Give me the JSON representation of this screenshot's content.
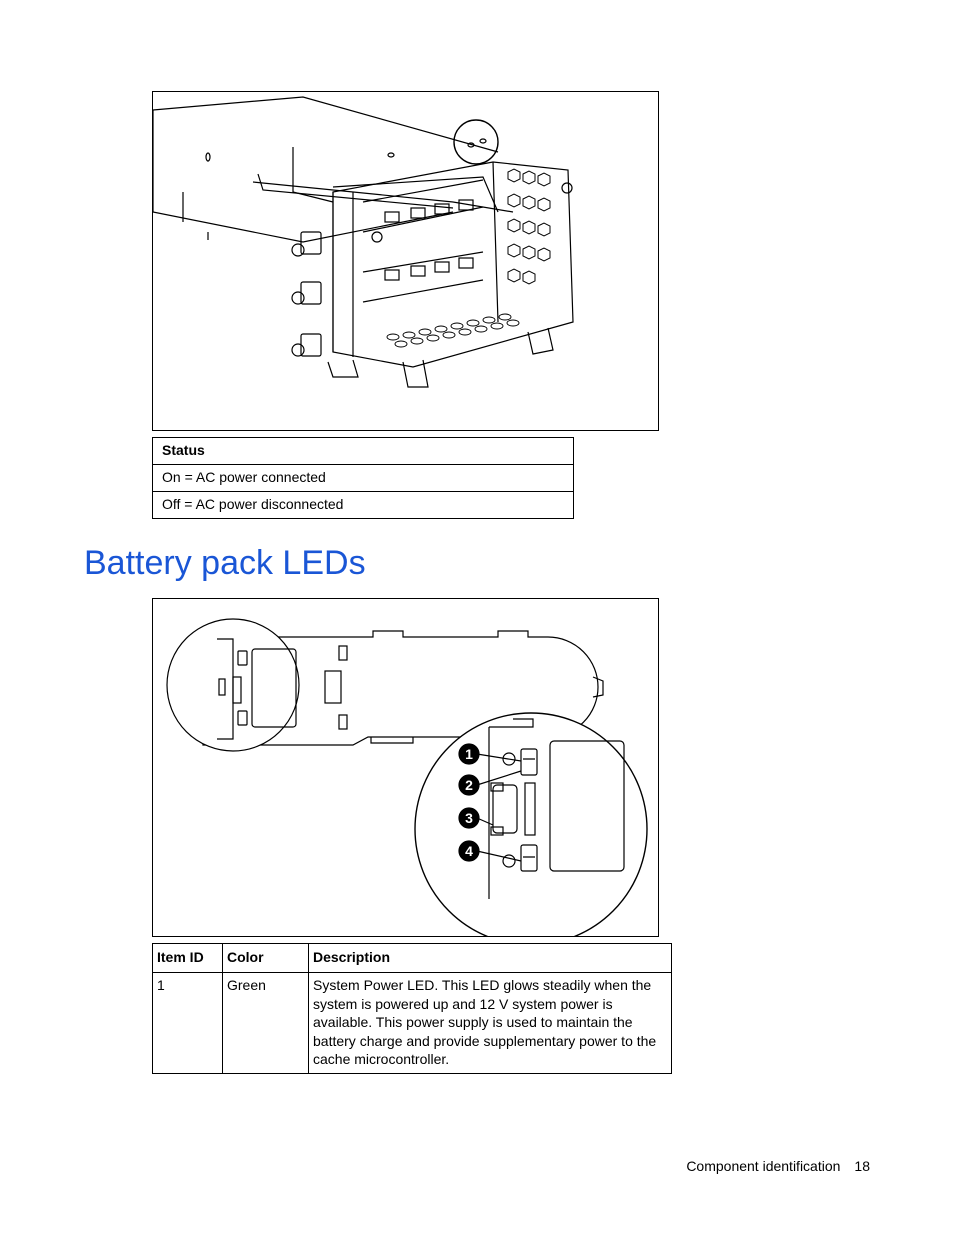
{
  "status_table": {
    "header": "Status",
    "rows": [
      "On = AC power connected",
      "Off = AC power disconnected"
    ]
  },
  "section": {
    "title": "Battery pack LEDs"
  },
  "callouts": [
    "1",
    "2",
    "3",
    "4"
  ],
  "led_table": {
    "headers": [
      "Item ID",
      "Color",
      "Description"
    ],
    "rows": [
      {
        "id": "1",
        "color": "Green",
        "description": "System Power LED. This LED glows steadily when the system is powered up and 12 V system power is available. This power supply is used to maintain the battery charge and provide supplementary power to the cache microcontroller."
      }
    ]
  },
  "footer": {
    "section": "Component identification",
    "page": "18"
  }
}
